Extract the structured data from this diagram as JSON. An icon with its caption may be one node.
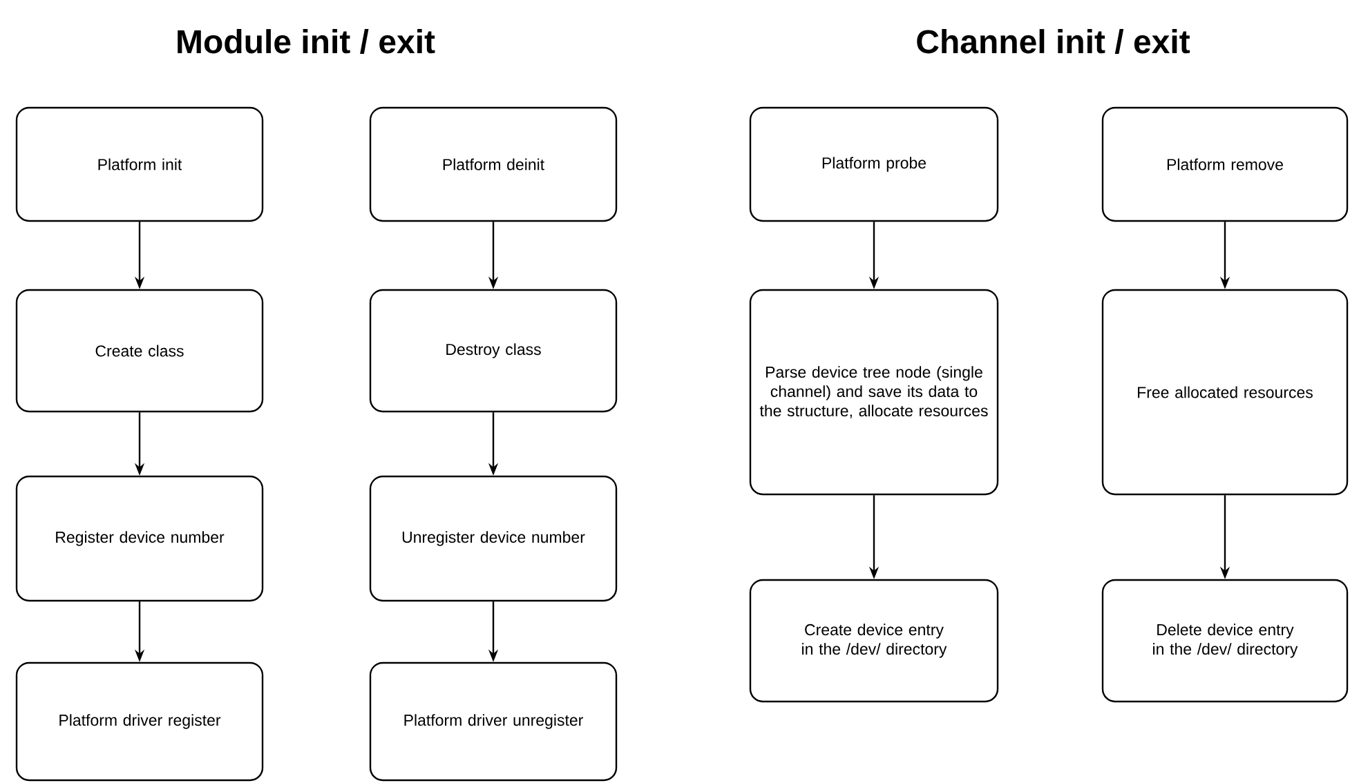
{
  "diagram": {
    "nodes": [
      {
        "text": [
          "Platform init"
        ]
      },
      {
        "text": [
          "Create class"
        ]
      },
      {
        "text": [
          "Register device number"
        ]
      },
      {
        "text": [
          "Platform driver register"
        ]
      },
      {
        "text": [
          "Platform deinit"
        ]
      },
      {
        "text": [
          "Destroy class"
        ]
      },
      {
        "text": [
          "Unregister device number"
        ]
      },
      {
        "text": [
          "Platform driver unregister"
        ]
      },
      {
        "text": [
          "Platform probe"
        ]
      },
      {
        "text": [
          "Parse device tree node (single channel) and save its data to the structure, allocate resources"
        ]
      },
      {
        "text": [
          "Create device entry in the /dev/ directory"
        ]
      },
      {
        "text": [
          "Platform remove"
        ]
      },
      {
        "text": [
          "Free allocated resources"
        ]
      },
      {
        "text": [
          "Delete device entry in the /dev/ directory"
        ]
      }
    ],
    "edges": [
      {
        "from": 0,
        "to": 1,
        "arrow": "to"
      },
      {
        "from": 1,
        "to": 2,
        "arrow": "to"
      },
      {
        "from": 2,
        "to": 3,
        "arrow": "to"
      },
      {
        "from": 4,
        "to": 5,
        "arrow": "to"
      },
      {
        "from": 5,
        "to": 6,
        "arrow": "to"
      },
      {
        "from": 6,
        "to": 7,
        "arrow": "to"
      },
      {
        "from": 8,
        "to": 9,
        "arrow": "to"
      },
      {
        "from": 9,
        "to": 10,
        "arrow": "to"
      },
      {
        "from": 11,
        "to": 12,
        "arrow": "to"
      },
      {
        "from": 12,
        "to": 13,
        "arrow": "to"
      }
    ],
    "labels": [
      "Module init / exit",
      "Channel init / exit"
    ]
  }
}
